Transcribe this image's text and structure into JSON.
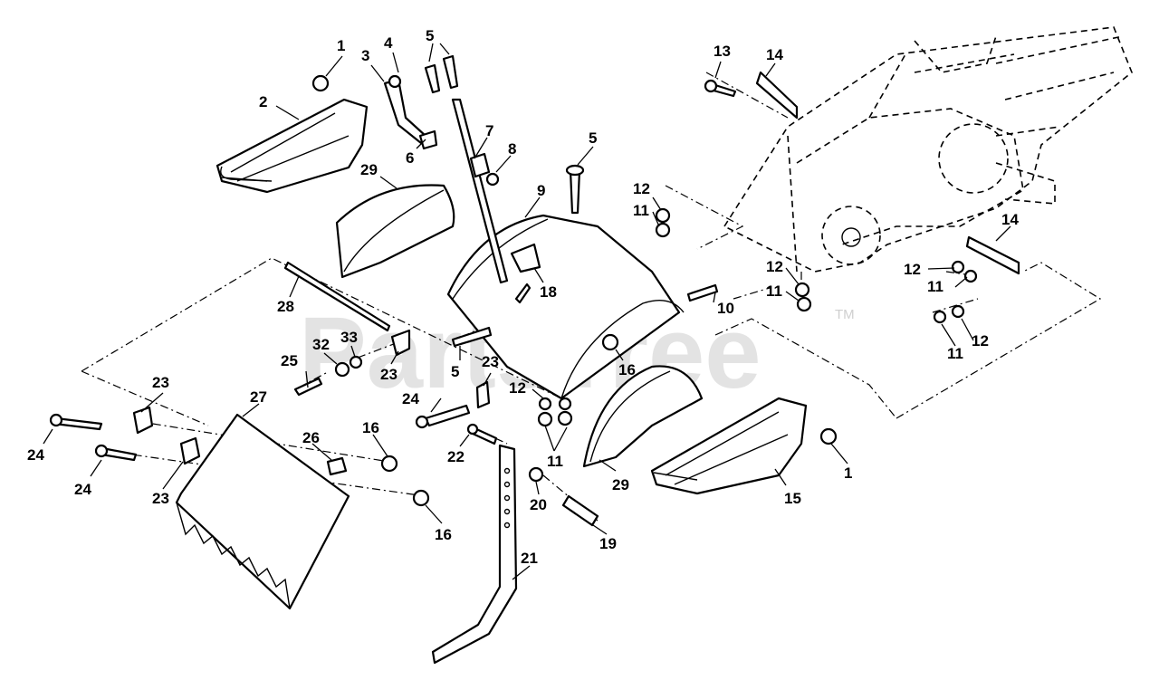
{
  "watermark": {
    "text": "PartsTree",
    "trademark": "TM"
  },
  "callouts": [
    {
      "id": "c1a",
      "label": "1"
    },
    {
      "id": "c2",
      "label": "2"
    },
    {
      "id": "c3",
      "label": "3"
    },
    {
      "id": "c4",
      "label": "4"
    },
    {
      "id": "c5a",
      "label": "5"
    },
    {
      "id": "c6",
      "label": "6"
    },
    {
      "id": "c7",
      "label": "7"
    },
    {
      "id": "c8",
      "label": "8"
    },
    {
      "id": "c5b",
      "label": "5"
    },
    {
      "id": "c9",
      "label": "9"
    },
    {
      "id": "c29a",
      "label": "29"
    },
    {
      "id": "c13",
      "label": "13"
    },
    {
      "id": "c14a",
      "label": "14"
    },
    {
      "id": "c12a",
      "label": "12"
    },
    {
      "id": "c11a",
      "label": "11"
    },
    {
      "id": "c14b",
      "label": "14"
    },
    {
      "id": "c12b",
      "label": "12"
    },
    {
      "id": "c12c",
      "label": "12"
    },
    {
      "id": "c11b",
      "label": "11"
    },
    {
      "id": "c11c",
      "label": "11"
    },
    {
      "id": "c11d",
      "label": "11"
    },
    {
      "id": "c12d",
      "label": "12"
    },
    {
      "id": "c28",
      "label": "28"
    },
    {
      "id": "c18",
      "label": "18"
    },
    {
      "id": "c10",
      "label": "10"
    },
    {
      "id": "c32",
      "label": "32"
    },
    {
      "id": "c33",
      "label": "33"
    },
    {
      "id": "c25",
      "label": "25"
    },
    {
      "id": "c23a",
      "label": "23"
    },
    {
      "id": "c5c",
      "label": "5"
    },
    {
      "id": "c23b",
      "label": "23"
    },
    {
      "id": "c16a",
      "label": "16"
    },
    {
      "id": "c23c",
      "label": "23"
    },
    {
      "id": "c12e",
      "label": "12"
    },
    {
      "id": "c24a",
      "label": "24"
    },
    {
      "id": "c27",
      "label": "27"
    },
    {
      "id": "c24b",
      "label": "24"
    },
    {
      "id": "c26",
      "label": "26"
    },
    {
      "id": "c16b",
      "label": "16"
    },
    {
      "id": "c22",
      "label": "22"
    },
    {
      "id": "c11e",
      "label": "11"
    },
    {
      "id": "c29b",
      "label": "29"
    },
    {
      "id": "c1b",
      "label": "1"
    },
    {
      "id": "c15",
      "label": "15"
    },
    {
      "id": "c24c",
      "label": "24"
    },
    {
      "id": "c23d",
      "label": "23"
    },
    {
      "id": "c20",
      "label": "20"
    },
    {
      "id": "c16c",
      "label": "16"
    },
    {
      "id": "c19",
      "label": "19"
    },
    {
      "id": "c21",
      "label": "21"
    }
  ]
}
